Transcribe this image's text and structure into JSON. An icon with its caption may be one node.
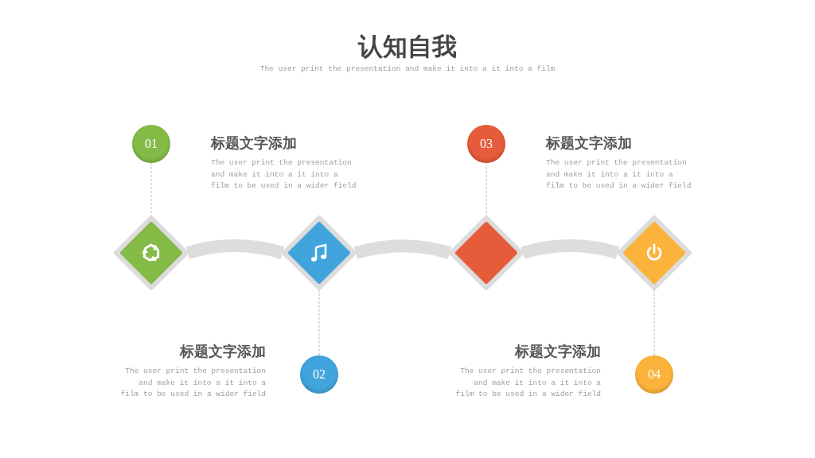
{
  "diagram": {
    "title": "认知自我",
    "caption": "The user print the presentation and make it into a it into a film",
    "nodes": [
      {
        "text": [
          "01"
        ],
        "beside": [
          "标题文字添加",
          "The user print the presentation and make it into a it into a film to be used in a wider field"
        ]
      },
      {
        "text": [
          "03"
        ],
        "beside": [
          "标题文字添加",
          "The user print the presentation and make it into a it into a film to be used in a wider field"
        ]
      },
      {
        "text": [],
        "shape": "diamond"
      },
      {
        "text": [],
        "shape": "diamond"
      },
      {
        "text": [],
        "shape": "diamond"
      },
      {
        "text": [],
        "shape": "diamond"
      },
      {
        "text": [
          "02"
        ],
        "beside": [
          "标题文字添加",
          "The user print the presentation and make it into a it into a film to be used in a wider field"
        ]
      },
      {
        "text": [
          "04"
        ],
        "beside": [
          "标题文字添加",
          "The user print the presentation and make it into a it into a film to be used in a wider field"
        ]
      }
    ],
    "edges": [
      {
        "from": 0,
        "to": 2,
        "arrow": "none",
        "style": "dashed",
        "color": "#bbbbbb"
      },
      {
        "from": 1,
        "to": 4,
        "arrow": "none",
        "style": "dashed",
        "color": "#bbbbbb"
      },
      {
        "from": 2,
        "to": 3,
        "arrow": "none",
        "style": "thick",
        "color": "#dddddd"
      },
      {
        "from": 3,
        "to": 4,
        "arrow": "none",
        "style": "thick",
        "color": "#dddddd"
      },
      {
        "from": 4,
        "to": 5,
        "arrow": "none",
        "style": "thick",
        "color": "#dddddd"
      },
      {
        "from": 6,
        "to": 3,
        "arrow": "none",
        "style": "dashed",
        "color": "#bbbbbb"
      },
      {
        "from": 7,
        "to": 5,
        "arrow": "none",
        "style": "dashed",
        "color": "#bbbbbb"
      }
    ]
  }
}
